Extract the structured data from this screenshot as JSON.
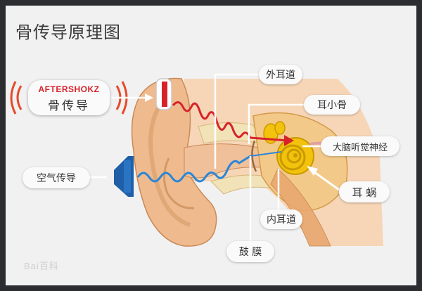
{
  "title": "骨传导原理图",
  "brand": {
    "name": "AFTERSHOKZ",
    "label": "骨传导"
  },
  "labels": {
    "air_conduction": "空气传导",
    "outer_ear_canal": "外耳道",
    "ossicles": "耳小骨",
    "auditory_nerve": "大脑听觉神经",
    "cochlea": "耳 蜗",
    "inner_ear_canal": "内耳道",
    "eardrum": "鼓 膜"
  },
  "watermark": "Bai百科",
  "colors": {
    "bone_wave": "#d8222a",
    "air_wave": "#2a86d6",
    "speaker": "#1e5fa8",
    "skin": "#efbb8e",
    "cochlea": "#f2c20c"
  }
}
